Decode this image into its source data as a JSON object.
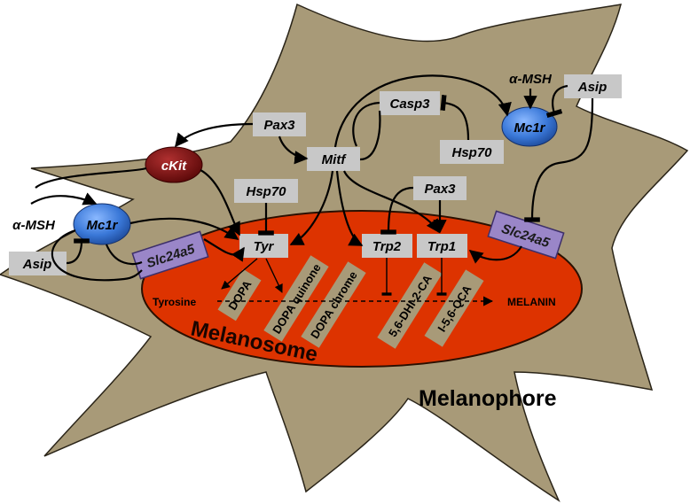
{
  "diagram": {
    "cell_label": "Melanophore",
    "organelle_label": "Melanosome",
    "nodes": {
      "alpha_msh_right": "α-MSH",
      "asip_right": "Asip",
      "mc1r_right": "Mc1r",
      "casp3": "Casp3",
      "pax3_top": "Pax3",
      "hsp70_right": "Hsp70",
      "ckit": "cKit",
      "mitf": "Mitf",
      "hsp70_center": "Hsp70",
      "pax3_center": "Pax3",
      "alpha_msh_left": "α-MSH",
      "mc1r_left": "Mc1r",
      "asip_left": "Asip",
      "slc24a5_left": "Slc24a5",
      "slc24a5_right": "Slc24a5",
      "tyr": "Tyr",
      "trp2": "Trp2",
      "trp1": "Trp1"
    },
    "pathway": {
      "tyrosine": "Tyrosine",
      "dopa": "DOPA",
      "dopa_quinone": "DOPA quinone",
      "dopa_chrome": "DOPA chrome",
      "dhi_ca": "5,6-DHI-2-CA",
      "qca": "I-5,6-QCA",
      "melanin": "MELANIN"
    },
    "colors": {
      "cell_body": "#a89a78",
      "melanosome": "#dd3300",
      "receptor_blue": "#3a78d8",
      "ckit_red": "#7a1010",
      "slc_purple": "#9a86c8",
      "label_box": "#c8c8c8",
      "intermediate_box": "#a89a78"
    }
  }
}
